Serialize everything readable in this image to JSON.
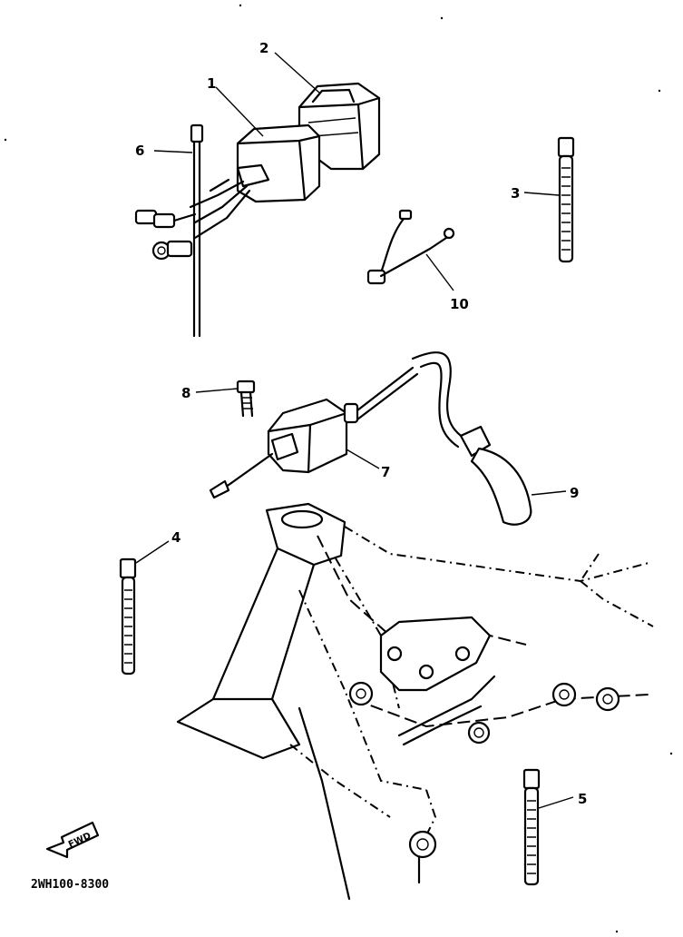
{
  "callouts": {
    "c1": "1",
    "c2": "2",
    "c3": "3",
    "c4": "4",
    "c5": "5",
    "c6": "6",
    "c7": "7",
    "c8": "8",
    "c9": "9",
    "c10": "10"
  },
  "fwd_label": "FWD",
  "diagram_code": "2WH100-8300"
}
